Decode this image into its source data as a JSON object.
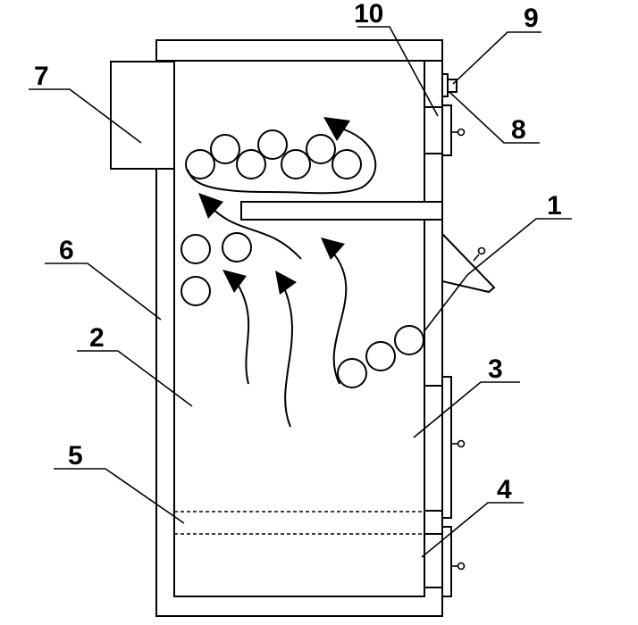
{
  "labels": [
    {
      "id": "1",
      "text": "1"
    },
    {
      "id": "2",
      "text": "2"
    },
    {
      "id": "3",
      "text": "3"
    },
    {
      "id": "4",
      "text": "4"
    },
    {
      "id": "5",
      "text": "5"
    },
    {
      "id": "6",
      "text": "6"
    },
    {
      "id": "7",
      "text": "7"
    },
    {
      "id": "8",
      "text": "8"
    },
    {
      "id": "9",
      "text": "9"
    },
    {
      "id": "10",
      "text": "10"
    }
  ],
  "colors": {
    "stroke": "#000000",
    "background": "#ffffff"
  }
}
